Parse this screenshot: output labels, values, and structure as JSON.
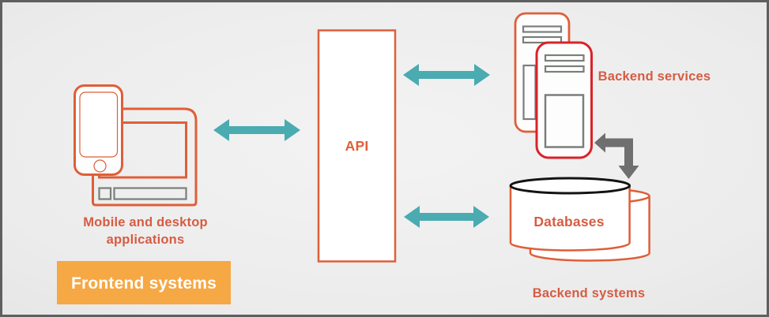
{
  "diagram": {
    "frontend": {
      "caption_line1": "Mobile and desktop",
      "caption_line2": "applications",
      "badge": "Frontend systems"
    },
    "api": {
      "label": "API"
    },
    "backend": {
      "services_label": "Backend services",
      "databases_label": "Databases",
      "systems_label": "Backend systems"
    },
    "colors": {
      "orange_outline": "#DE5F38",
      "red_outline": "#D92329",
      "teal_arrow": "#4AABB1",
      "gray_arrow": "#6F6F6F",
      "gray_detail": "#7A7F7A",
      "label_text": "#D65C42",
      "badge_background": "#F6A844",
      "badge_text": "#FFFFFF",
      "cylinder_top_stroke": "#131313",
      "background": "#ECECEC",
      "frame_border": "#5F5F5F"
    }
  }
}
